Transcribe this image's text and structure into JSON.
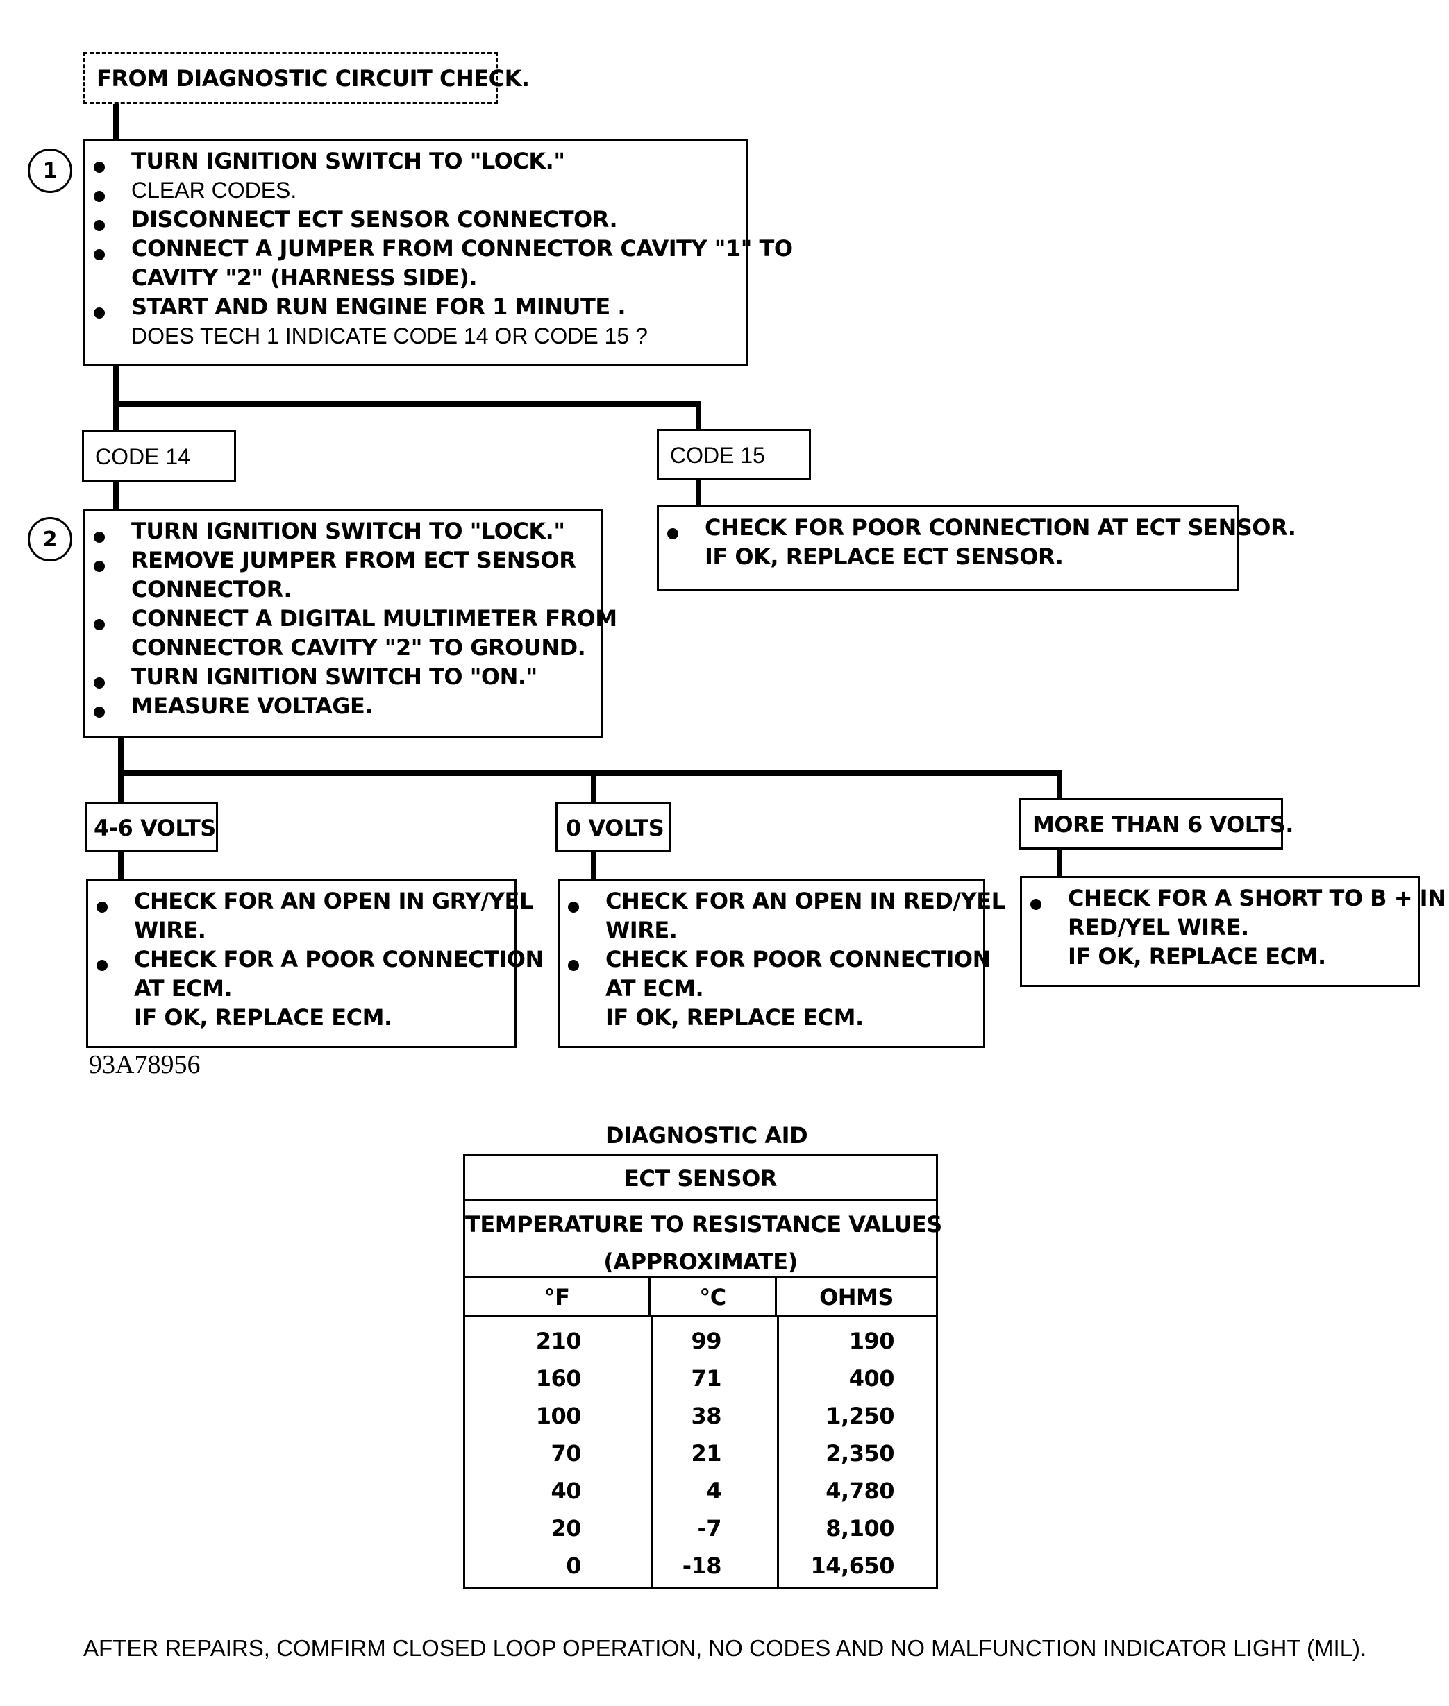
{
  "start_box": "FROM DIAGNOSTIC CIRCUIT CHECK.",
  "step1": {
    "number": "1",
    "items": [
      {
        "text": "TURN IGNITION SWITCH TO \"LOCK.\"",
        "bold": true
      },
      {
        "text": "CLEAR CODES.",
        "bold": false
      },
      {
        "text": "DISCONNECT ECT SENSOR CONNECTOR.",
        "bold": true
      },
      {
        "text": "CONNECT A JUMPER FROM CONNECTOR CAVITY \"1\" TO\nCAVITY \"2\" (HARNESS SIDE).",
        "bold": true
      },
      {
        "text": "START AND RUN ENGINE FOR 1 MINUTE .",
        "bold": true
      }
    ],
    "question": "DOES TECH 1 INDICATE CODE 14 OR CODE 15 ?"
  },
  "code14_label": "CODE 14",
  "code15_label": "CODE 15",
  "code15_action": "CHECK FOR POOR CONNECTION AT ECT SENSOR.\nIF OK, REPLACE ECT SENSOR.",
  "step2": {
    "number": "2",
    "items": [
      "TURN IGNITION SWITCH TO \"LOCK.\"",
      "REMOVE JUMPER FROM ECT SENSOR\nCONNECTOR.",
      "CONNECT A DIGITAL MULTIMETER FROM\nCONNECTOR CAVITY \"2\" TO GROUND.",
      "TURN IGNITION SWITCH TO \"ON.\"",
      "MEASURE VOLTAGE."
    ]
  },
  "branches": {
    "a": {
      "label": "4-6 VOLTS",
      "item1": "CHECK FOR AN OPEN IN GRY/YEL\nWIRE.",
      "item2": "CHECK FOR A POOR CONNECTION\nAT ECM.\nIF OK, REPLACE ECM."
    },
    "b": {
      "label": "0 VOLTS",
      "item1": "CHECK FOR AN OPEN IN RED/YEL\nWIRE.",
      "item2": "CHECK FOR POOR CONNECTION\nAT ECM.\nIF OK, REPLACE ECM."
    },
    "c": {
      "label": "MORE THAN 6 VOLTS.",
      "item1": "CHECK FOR A SHORT TO B + IN\nRED/YEL WIRE.\nIF OK, REPLACE ECM."
    }
  },
  "figure_id": "93A78956",
  "aid": {
    "heading": "DIAGNOSTIC AID",
    "title": "ECT SENSOR",
    "subtitle": "TEMPERATURE TO RESISTANCE VALUES\n(APPROXIMATE)",
    "columns": [
      "°F",
      "°C",
      "OHMS"
    ],
    "rows": [
      [
        "210",
        "99",
        "190"
      ],
      [
        "160",
        "71",
        "400"
      ],
      [
        "100",
        "38",
        "1,250"
      ],
      [
        "70",
        "21",
        "2,350"
      ],
      [
        "40",
        "4",
        "4,780"
      ],
      [
        "20",
        "-7",
        "8,100"
      ],
      [
        "0",
        "-18",
        "14,650"
      ]
    ]
  },
  "footer": "AFTER REPAIRS, COMFIRM CLOSED LOOP OPERATION, NO CODES AND NO MALFUNCTION INDICATOR LIGHT (MIL)."
}
